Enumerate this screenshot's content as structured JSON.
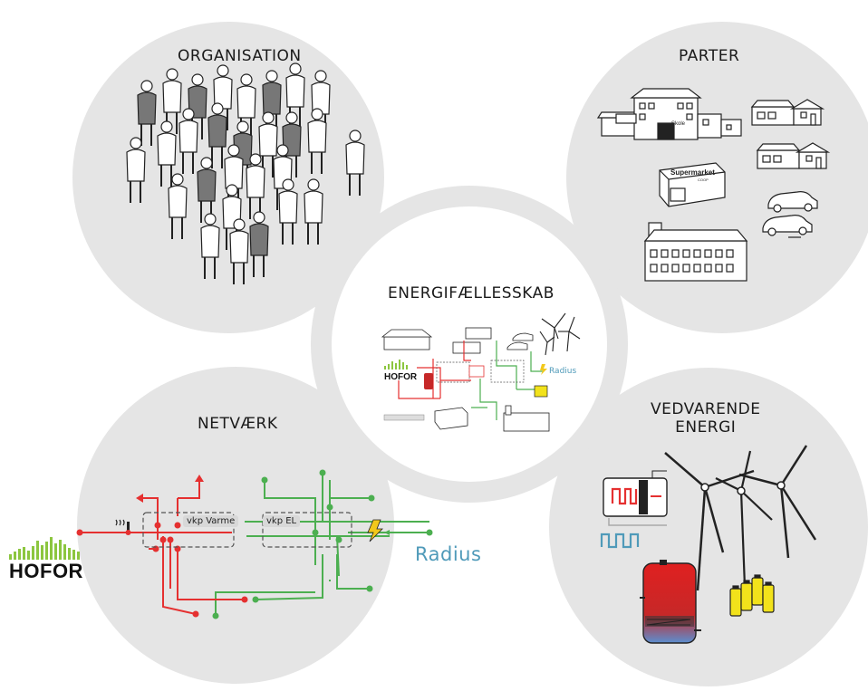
{
  "colors": {
    "circle_fill": "#e5e5e5",
    "heat_line": "#e53030",
    "power_line": "#4caf50",
    "radius_blue": "#4f9ab9",
    "hofor_green": "#8cc63f",
    "battery_yellow": "#f2e21b"
  },
  "sections": {
    "organisation": "ORGANISATION",
    "parter": "PARTER",
    "energifaellesskab": "ENERGIFÆLLESSKAB",
    "netvaerk": "NETVÆRK",
    "vedvarende_line1": "VEDVARENDE",
    "vedvarende_line2": "ENERGI"
  },
  "network": {
    "heat_box_label": "vkp Varme",
    "power_box_label": "vkp EL"
  },
  "logos": {
    "hofor": "HOFOR",
    "radius": "Radius"
  },
  "parter": {
    "supermarket_title": "Supermarket",
    "supermarket_sub": "COOP",
    "skole_sign": "Skole"
  },
  "icons": [
    "people-icon",
    "school-icon",
    "house-icon",
    "supermarket-icon",
    "car-icon",
    "factory-icon",
    "wind-turbine-icon",
    "battery-icon",
    "heat-pump-icon",
    "water-tank-icon",
    "thermometer-icon",
    "lightning-icon"
  ]
}
